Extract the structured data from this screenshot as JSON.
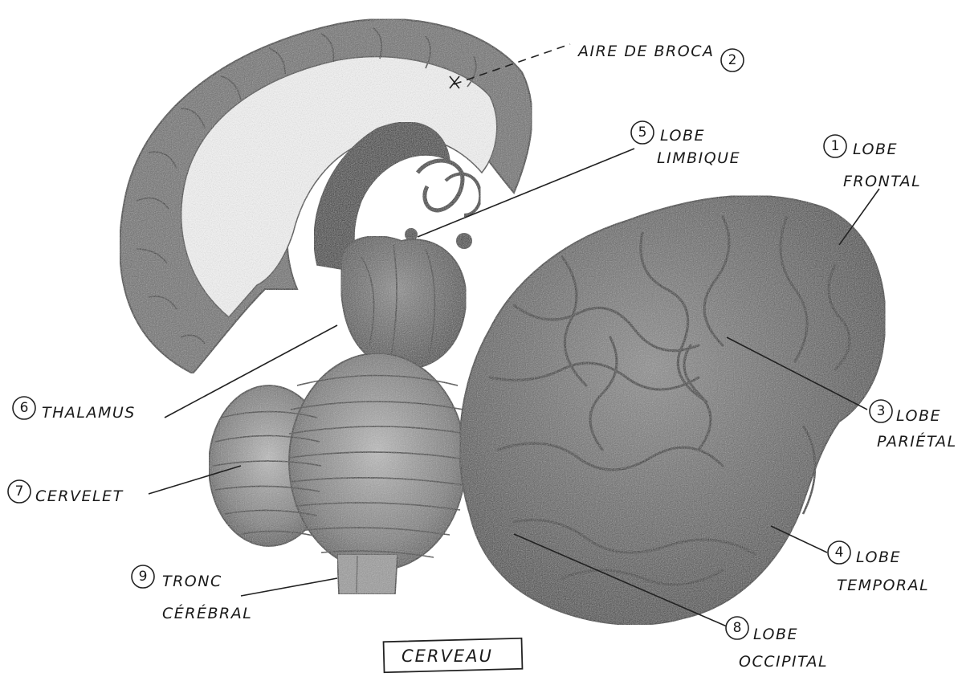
{
  "title": "CERVEAU",
  "labels": [
    {
      "id": "frontal",
      "number": "1",
      "line1": "LOBE",
      "line2": "FRONTAL"
    },
    {
      "id": "broca",
      "number": "2",
      "text": "AIRE DE BROCA"
    },
    {
      "id": "parietal",
      "number": "3",
      "line1": "LOBE",
      "line2": "PARIÉTAL"
    },
    {
      "id": "temporal",
      "number": "4",
      "line1": "LOBE",
      "line2": "TEMPORAL"
    },
    {
      "id": "limbique",
      "number": "5",
      "line1": "LOBE",
      "line2": "LIMBIQUE"
    },
    {
      "id": "thalamus",
      "number": "6",
      "text": "THALAMUS"
    },
    {
      "id": "cervelet",
      "number": "7",
      "text": "CERVELET"
    },
    {
      "id": "occipital",
      "number": "8",
      "line1": "LOBE",
      "line2": "OCCIPITAL"
    },
    {
      "id": "tronc",
      "number": "9",
      "line1": "TRONC",
      "line2": "CÉRÉBRAL"
    }
  ]
}
